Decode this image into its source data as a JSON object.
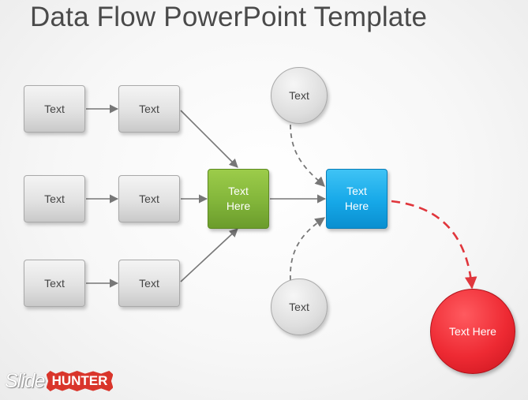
{
  "title": "Data Flow PowerPoint Template",
  "nodes": {
    "row1_left": "Text",
    "row1_right": "Text",
    "row2_left": "Text",
    "row2_right": "Text",
    "row3_left": "Text",
    "row3_right": "Text",
    "green_hub": "Text Here",
    "blue_hub": "Text Here",
    "circle_top": "Text",
    "circle_bottom": "Text",
    "red_output": "Text Here"
  },
  "logo": {
    "part1": "Slide",
    "part2": "HUNTER"
  },
  "colors": {
    "green": "#82b53a",
    "blue": "#16a8e8",
    "red": "#ee2a33",
    "connector": "#777777",
    "red_connector": "#e0363c"
  }
}
